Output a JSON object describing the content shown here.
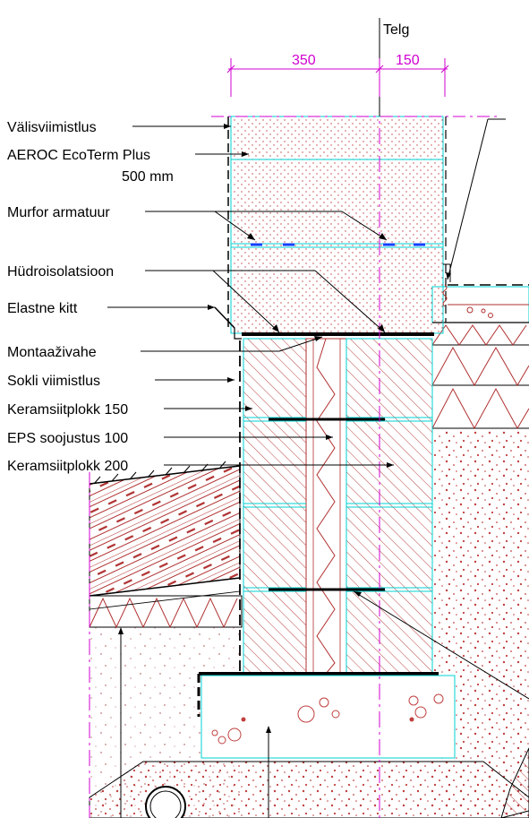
{
  "header": {
    "axis_label": "Telg"
  },
  "dimensions": {
    "left": "350",
    "right": "150"
  },
  "labels": [
    {
      "text": "Välisviimistlus"
    },
    {
      "text": "AEROC EcoTerm Plus",
      "text2": "500 mm"
    },
    {
      "text": "Murfor armatuur"
    },
    {
      "text": "Hüdroisolatsioon"
    },
    {
      "text": "Elastne kitt"
    },
    {
      "text": "Montaaživahe"
    },
    {
      "text": "Sokli viimistlus"
    },
    {
      "text": "Keramsiitplokk 150"
    },
    {
      "text": "EPS soojustus 100"
    },
    {
      "text": "Keramsiitplokk 200"
    }
  ],
  "colors": {
    "hatch": "#b03030",
    "cyan": "#00d0d0",
    "magenta": "#d000d0",
    "blue": "#1040ff",
    "dots": "#c04040"
  }
}
